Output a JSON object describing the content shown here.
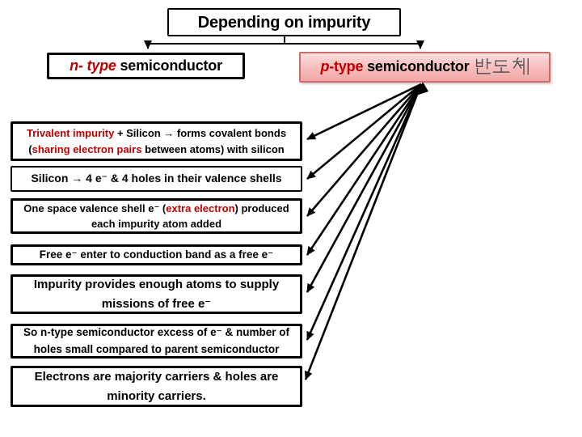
{
  "colors": {
    "accent_red": "#c00000",
    "pink_background": "#f7bcbc",
    "pink_border": "#cd6a6a",
    "box_border": "#000000",
    "page_background": "#ffffff",
    "korean_text_gray": "#4d4d4d"
  },
  "title": {
    "text": "Depending on impurity"
  },
  "branches": {
    "n_type": {
      "segments": [
        {
          "t": "n- type ",
          "red": true,
          "italic": true
        },
        {
          "t": "semiconductor"
        }
      ]
    },
    "p_type": {
      "segments": [
        {
          "t": "p",
          "red": true,
          "italic": true
        },
        {
          "t": "-type",
          "red": true
        },
        {
          "t": " semiconductor"
        }
      ],
      "korean": "반도체"
    }
  },
  "boxes": [
    {
      "id": "trivalent-impurity",
      "segments": [
        {
          "t": "Trivalent impurity",
          "red": true
        },
        {
          "t": " + Silicon → forms covalent bonds"
        },
        {
          "br": true
        },
        {
          "t": "("
        },
        {
          "t": "sharing electron pairs",
          "red": true
        },
        {
          "t": " between atoms) with silicon"
        }
      ]
    },
    {
      "id": "silicon-valence",
      "segments": [
        {
          "t": "Silicon → 4 e⁻ & 4 holes in their valence shells"
        }
      ]
    },
    {
      "id": "extra-electron",
      "segments": [
        {
          "t": "One space valence shell e⁻ ("
        },
        {
          "t": "extra electron",
          "red": true
        },
        {
          "t": ") produced"
        },
        {
          "br": true
        },
        {
          "t": "each impurity atom added"
        }
      ]
    },
    {
      "id": "conduction-band",
      "segments": [
        {
          "t": "Free e⁻ enter to conduction band as a free e⁻"
        }
      ]
    },
    {
      "id": "impurity-supply",
      "segments": [
        {
          "t": "Impurity provides enough atoms to supply"
        },
        {
          "br": true
        },
        {
          "t": "missions of free e⁻"
        }
      ]
    },
    {
      "id": "excess-electrons",
      "segments": [
        {
          "t": "So n-type semiconductor excess of e⁻ & number of"
        },
        {
          "br": true
        },
        {
          "t": "holes small compared to parent semiconductor"
        }
      ]
    },
    {
      "id": "majority-carriers",
      "segments": [
        {
          "t": "Electrons are majority carriers & holes are"
        },
        {
          "br": true
        },
        {
          "t": "minority carriers."
        }
      ]
    }
  ]
}
